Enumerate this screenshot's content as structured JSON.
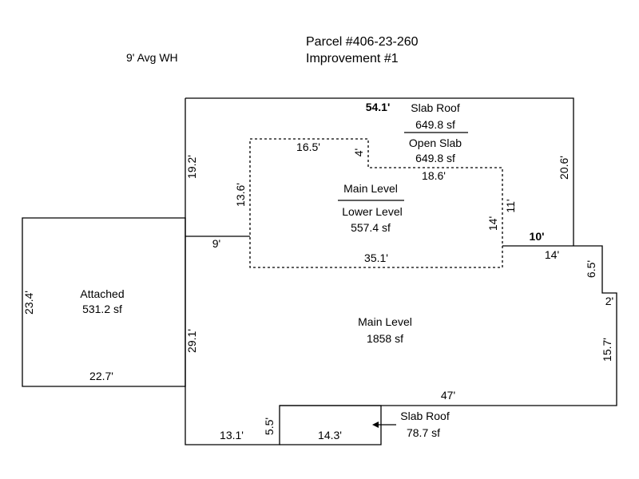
{
  "header": {
    "parcel": "Parcel #406-23-260",
    "improvement": "Improvement #1",
    "wall_height": "9' Avg WH"
  },
  "areas": {
    "slab_roof_upper": {
      "name": "Slab Roof",
      "area": "649.8 sf"
    },
    "open_slab": {
      "name": "Open Slab",
      "area": "649.8 sf"
    },
    "main_level_upper": {
      "name": "Main Level"
    },
    "lower_level": {
      "name": "Lower Level",
      "area": "557.4 sf"
    },
    "attached": {
      "name": "Attached",
      "area": "531.2 sf"
    },
    "main_level": {
      "name": "Main Level",
      "area": "1858 sf"
    },
    "slab_roof_lower": {
      "name": "Slab Roof",
      "area": "78.7 sf"
    }
  },
  "dimensions": {
    "top_width": "54.1'",
    "left_upper": "19.2'",
    "right_upper": "20.6'",
    "inner_top": "16.5'",
    "inner_step": "4'",
    "inner_top_right": "18.6'",
    "inner_left": "13.6'",
    "inner_right_upper": "11'",
    "inner_right_lower": "14'",
    "inner_bottom": "35.1'",
    "left_jog": "9'",
    "right_jog_bold": "10'",
    "right_jog": "14'",
    "step_down": "6.5'",
    "step_out": "2'",
    "right_lower": "15.7'",
    "bottom_right": "47'",
    "left_lower": "29.1'",
    "attached_height": "23.4'",
    "attached_width": "22.7'",
    "bottom_left": "13.1'",
    "slab_height": "5.5'",
    "slab_width": "14.3'"
  }
}
